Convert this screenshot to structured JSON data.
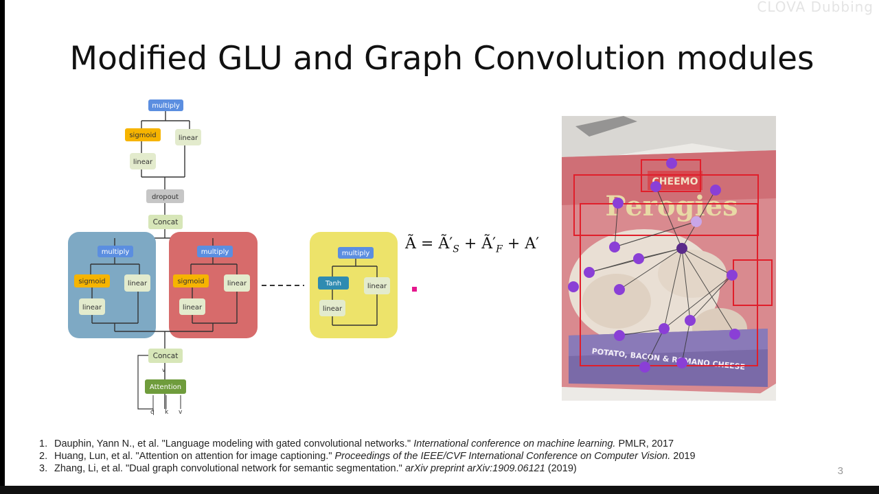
{
  "watermark": "CLOVA Dubbing",
  "title": "Modified GLU and Graph Convolution modules",
  "diagram": {
    "top_block": {
      "multiply": "multiply",
      "sigmoid": "sigmoid",
      "linear_right": "linear",
      "linear_left": "linear",
      "dropout": "dropout",
      "concat": "Concat"
    },
    "blue_block": {
      "multiply": "multiply",
      "sigmoid": "sigmoid",
      "linear_right": "linear",
      "linear_left": "linear"
    },
    "red_block": {
      "multiply": "multiply",
      "sigmoid": "sigmoid",
      "linear_right": "linear",
      "linear_left": "linear"
    },
    "yellow_block": {
      "multiply": "multiply",
      "tanh": "Tanh",
      "linear_right": "linear",
      "linear_left": "linear"
    },
    "bottom": {
      "concat": "Concat",
      "attention": "Attention",
      "q": "q",
      "k": "k",
      "v": "v"
    },
    "colors": {
      "multiply": "#5b8ee0",
      "sigmoid": "#f6b400",
      "linear": "#e3ebcd",
      "dropout": "#c6c6c6",
      "concat": "#d7e6b8",
      "tanh": "#2f8bb1",
      "attention": "#6f9c3c",
      "blue_panel": "#7ea9c4",
      "red_panel": "#d76b6b",
      "yellow_panel": "#ede36a",
      "arrow": "#e5178d"
    }
  },
  "equation": {
    "lhs": "Ã",
    "eq": "=",
    "t1": "Ã′",
    "t1_sub": "S",
    "plus1": "+",
    "t2": "Ã′",
    "t2_sub": "F",
    "plus2": "+",
    "t3": "A′"
  },
  "photo": {
    "logo_text": "CHEEMO",
    "product_text": "Perogies",
    "flavor_text": "POTATO, BACON & ROMANO CHEESE"
  },
  "references": [
    {
      "num": "1.",
      "text": "Dauphin, Yann N., et al. \"Language modeling with gated convolutional networks.\" ",
      "venue": "International conference on machine learning.",
      "tail": " PMLR, 2017"
    },
    {
      "num": "2.",
      "text": "Huang, Lun, et al. \"Attention on attention for image captioning.\" ",
      "venue": "Proceedings of the IEEE/CVF International Conference on Computer Vision.",
      "tail": " 2019"
    },
    {
      "num": "3.",
      "text": "Zhang, Li, et al. \"Dual graph convolutional network for semantic segmentation.\" ",
      "venue": "arXiv preprint arXiv:1909.06121",
      "tail": " (2019)"
    }
  ],
  "page_number": "3"
}
